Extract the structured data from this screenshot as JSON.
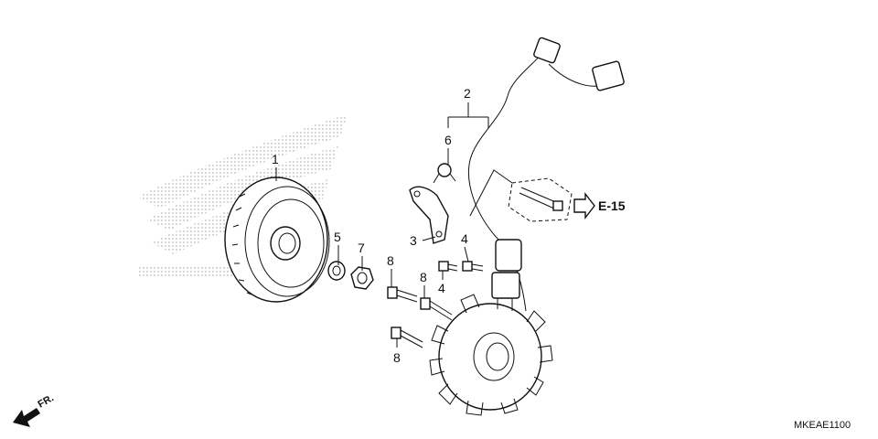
{
  "diagram": {
    "callouts": [
      {
        "id": "c1",
        "label": "1"
      },
      {
        "id": "c2",
        "label": "2"
      },
      {
        "id": "c3",
        "label": "3"
      },
      {
        "id": "c4a",
        "label": "4"
      },
      {
        "id": "c4b",
        "label": "4"
      },
      {
        "id": "c5",
        "label": "5"
      },
      {
        "id": "c6",
        "label": "6"
      },
      {
        "id": "c7",
        "label": "7"
      },
      {
        "id": "c8a",
        "label": "8"
      },
      {
        "id": "c8b",
        "label": "8"
      },
      {
        "id": "c8c",
        "label": "8"
      }
    ],
    "reference": "E-15",
    "direction": "FR.",
    "code": "MKEAE1100"
  }
}
